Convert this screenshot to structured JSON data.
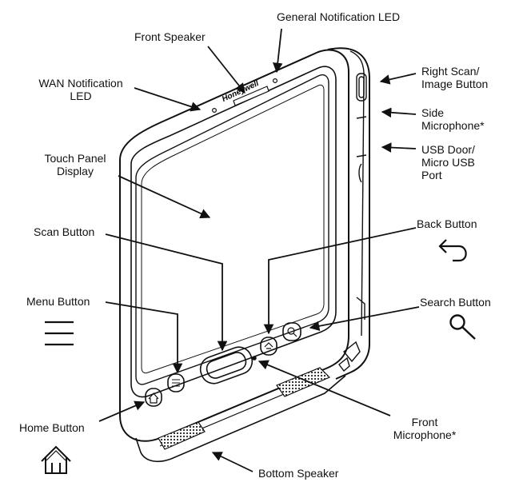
{
  "labels": {
    "general_led": "General Notification LED",
    "front_speaker": "Front Speaker",
    "wan_led": "WAN Notification\nLED",
    "touch_panel": "Touch Panel\nDisplay",
    "scan_button": "Scan Button",
    "menu_button": "Menu Button",
    "home_button": "Home Button",
    "bottom_speaker": "Bottom Speaker",
    "front_mic": "Front\nMicrophone*",
    "search_button": "Search Button",
    "back_button": "Back Button",
    "usb_door": "USB Door/\nMicro USB\nPort",
    "side_mic": "Side\nMicrophone*",
    "right_scan": "Right Scan/\nImage Button"
  },
  "brand": "Honeywell",
  "icons": {
    "back": "back-arrow-icon",
    "search": "magnifier-icon",
    "menu": "menu-lines-icon",
    "home": "home-icon"
  }
}
